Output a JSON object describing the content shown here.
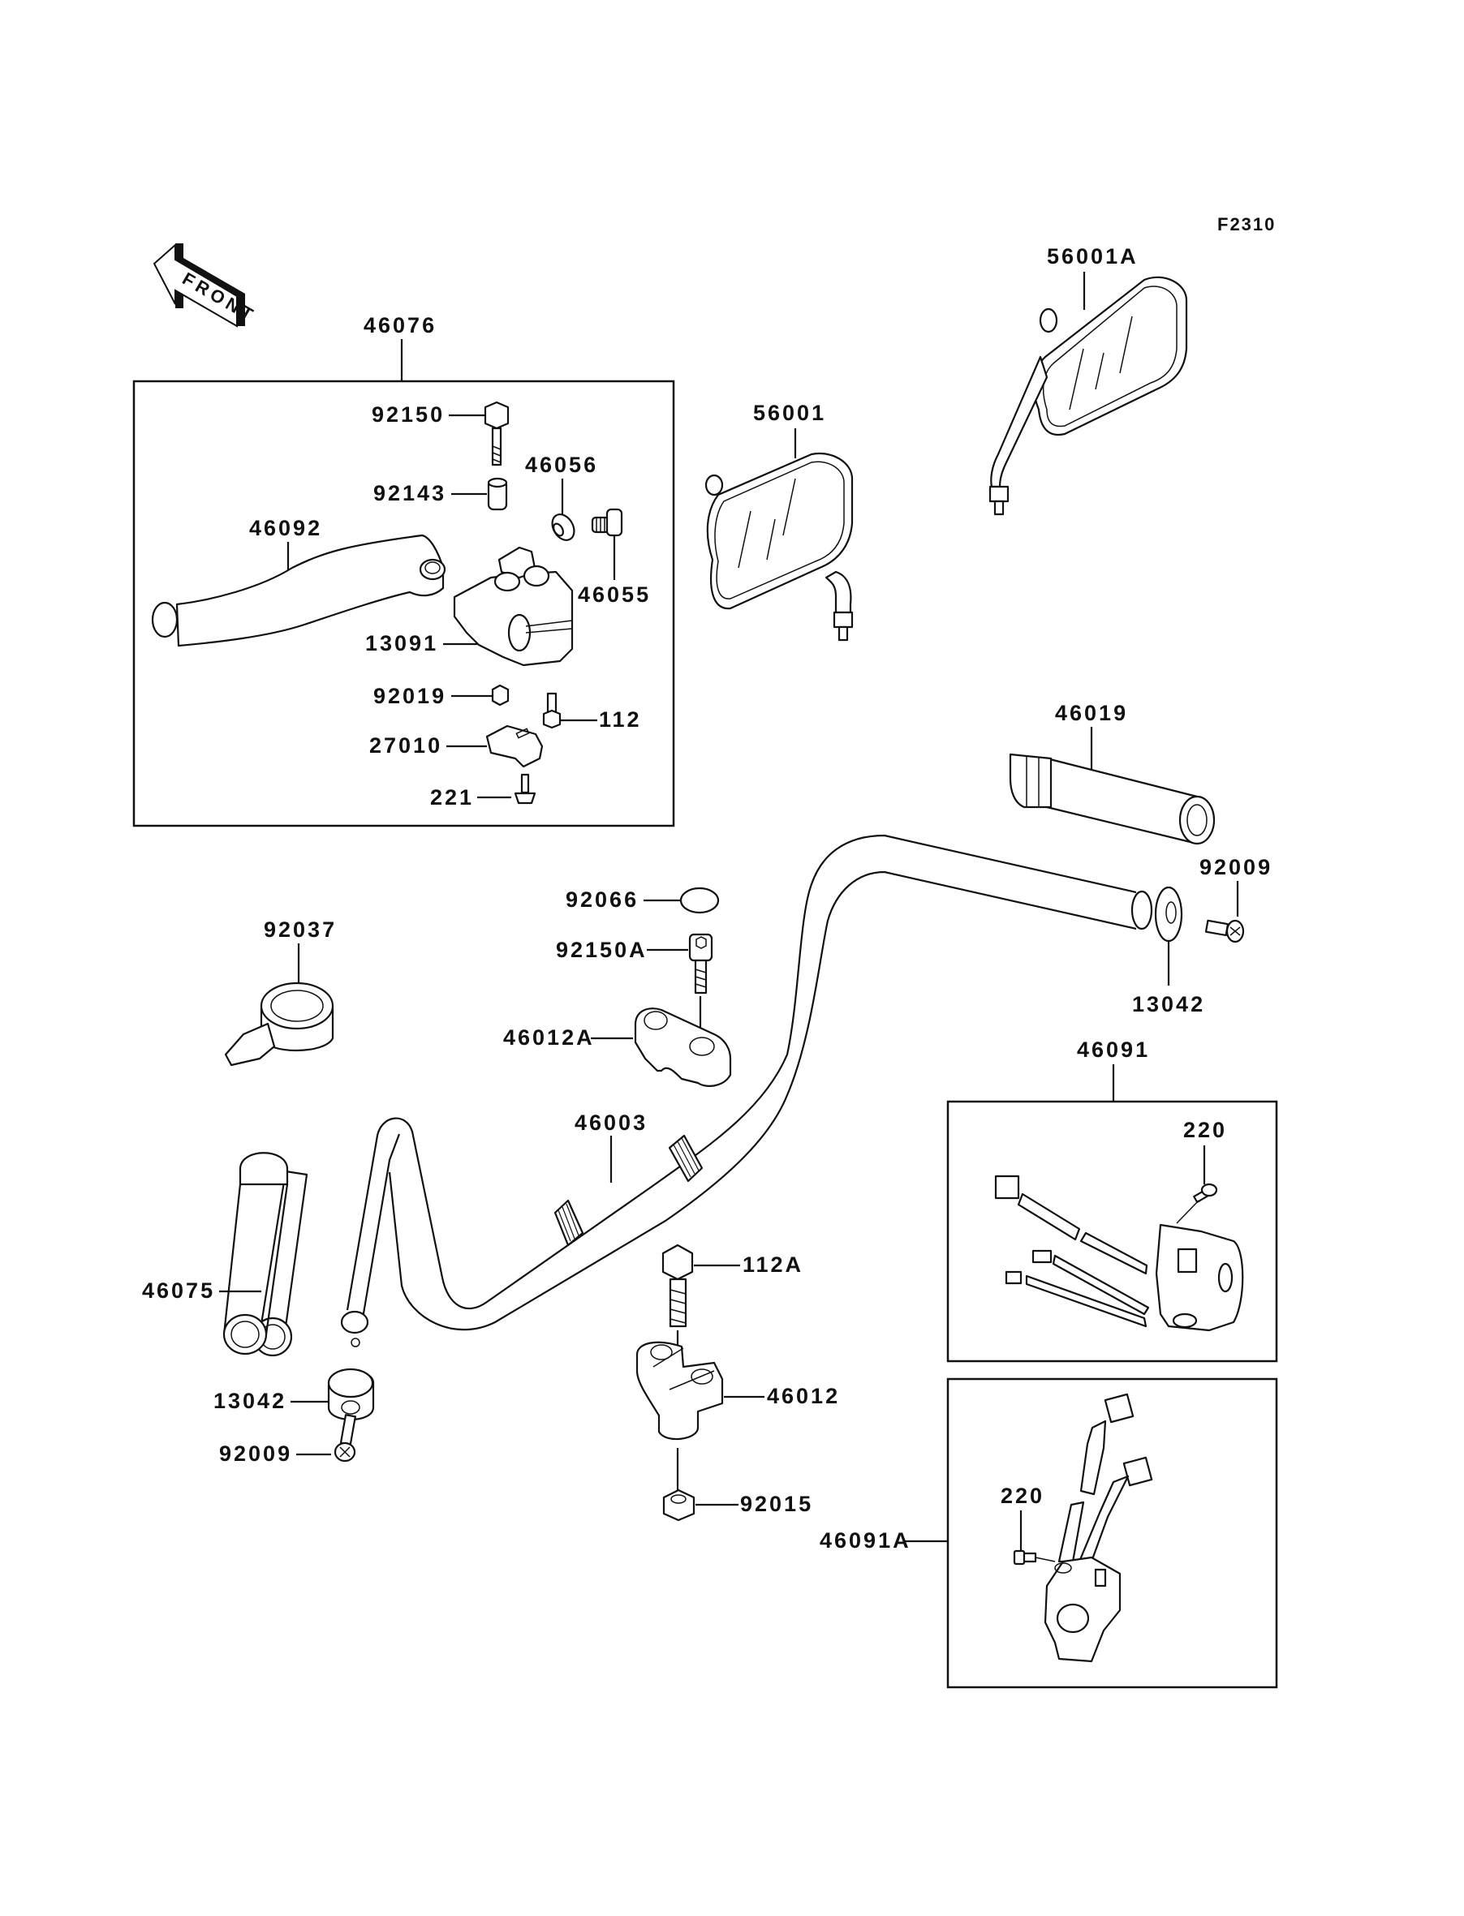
{
  "diagram": {
    "figure_id": "F2310",
    "front_indicator": "FRONT",
    "groups": [
      {
        "id": "46076",
        "label": "46076",
        "description": "clutch lever assembly",
        "parts": [
          "92150",
          "92143",
          "46056",
          "46092",
          "46055",
          "13091",
          "92019",
          "112",
          "27010",
          "221"
        ]
      },
      {
        "id": "46091",
        "label": "46091",
        "description": "right handlebar switch",
        "parts": [
          "220"
        ]
      },
      {
        "id": "46091A",
        "label": "46091A",
        "description": "left handlebar switch",
        "parts": [
          "220"
        ]
      }
    ],
    "labels": {
      "p46076": "46076",
      "p92150": "92150",
      "p92143": "92143",
      "p46056": "46056",
      "p46092": "46092",
      "p46055": "46055",
      "p13091": "13091",
      "p92019": "92019",
      "p112": "112",
      "p27010": "27010",
      "p221": "221",
      "p56001": "56001",
      "p56001A": "56001A",
      "p46019": "46019",
      "p92009_r": "92009",
      "p13042_r": "13042",
      "p92037": "92037",
      "p92066": "92066",
      "p92150A": "92150A",
      "p46012A": "46012A",
      "p46003": "46003",
      "p46091": "46091",
      "p220_a": "220",
      "p46075": "46075",
      "p13042_l": "13042",
      "p92009_l": "92009",
      "p112A": "112A",
      "p46012": "46012",
      "p92015": "92015",
      "p46091A": "46091A",
      "p220_b": "220"
    }
  }
}
